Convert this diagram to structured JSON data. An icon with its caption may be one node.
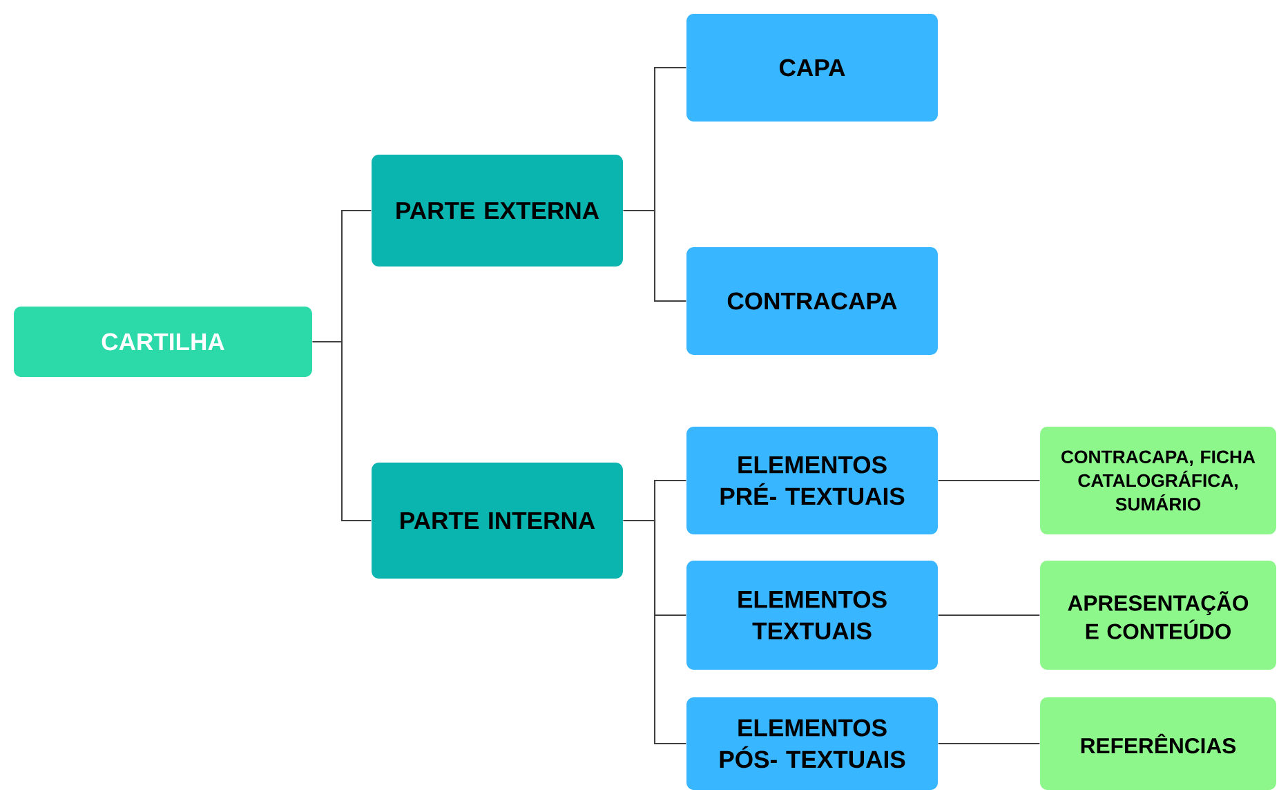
{
  "diagram": {
    "nodes": [
      {
        "text": [
          "CARTILHA"
        ]
      },
      {
        "text": [
          "PARTE EXTERNA"
        ]
      },
      {
        "text": [
          "PARTE INTERNA"
        ]
      },
      {
        "text": [
          "CAPA"
        ]
      },
      {
        "text": [
          "CONTRACAPA"
        ]
      },
      {
        "text": [
          "ELEMENTOS PRÉ- TEXTUAIS"
        ]
      },
      {
        "text": [
          "ELEMENTOS TEXTUAIS"
        ]
      },
      {
        "text": [
          "ELEMENTOS PÓS- TEXTUAIS"
        ]
      },
      {
        "text": [
          "CONTRACAPA, FICHA CATALOGRÁFICA, SUMÁRIO"
        ]
      },
      {
        "text": [
          "APRESENTAÇÃO E CONTEÚDO"
        ]
      },
      {
        "text": [
          "REFERÊNCIAS"
        ]
      }
    ],
    "edges": [
      {
        "from": 0,
        "to": 1,
        "arrow": "none"
      },
      {
        "from": 0,
        "to": 2,
        "arrow": "none"
      },
      {
        "from": 1,
        "to": 3,
        "arrow": "none"
      },
      {
        "from": 1,
        "to": 4,
        "arrow": "none"
      },
      {
        "from": 2,
        "to": 5,
        "arrow": "none"
      },
      {
        "from": 2,
        "to": 6,
        "arrow": "none"
      },
      {
        "from": 2,
        "to": 7,
        "arrow": "none"
      },
      {
        "from": 5,
        "to": 8,
        "arrow": "none"
      },
      {
        "from": 6,
        "to": 9,
        "arrow": "none"
      },
      {
        "from": 7,
        "to": 10,
        "arrow": "none"
      }
    ]
  }
}
